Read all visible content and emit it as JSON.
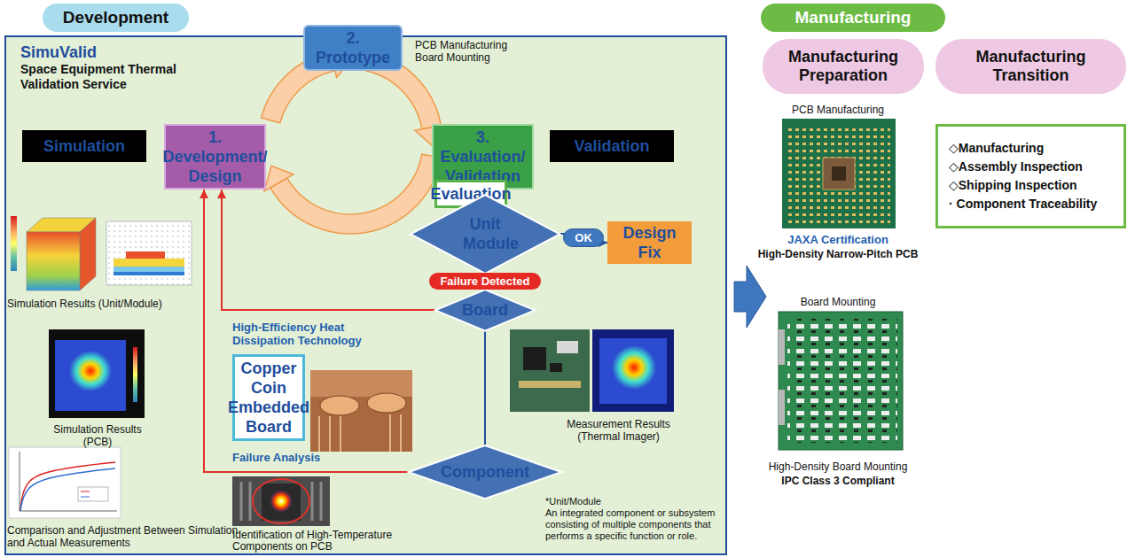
{
  "diagram": {
    "nodes": [
      {
        "text": [
          "Development"
        ]
      },
      {
        "text": [
          "SimuValid",
          "Space Equipment Thermal Validation Service"
        ]
      },
      {
        "text": [
          "2. Prototype"
        ],
        "in": 1
      },
      {
        "text": [
          "1. Development/ Design"
        ],
        "in": 1
      },
      {
        "text": [
          "Simulation"
        ],
        "in": 1
      },
      {
        "text": [
          "3. Evaluation/ Validation"
        ],
        "in": 1
      },
      {
        "text": [
          "Validation"
        ],
        "in": 1
      },
      {
        "text": [
          "Evaluation"
        ],
        "in": 1
      },
      {
        "text": [
          "Unit Module"
        ],
        "in": 1
      },
      {
        "text": [
          "Design Fix"
        ],
        "in": 1
      },
      {
        "text": [
          "Board"
        ],
        "in": 1
      },
      {
        "text": [
          "Copper Coin Embedded Board"
        ],
        "in": 1
      },
      {
        "text": [
          "Component"
        ],
        "in": 1
      },
      {
        "text": [
          "Manufacturing"
        ]
      },
      {
        "text": [
          "Manufacturing Preparation"
        ]
      },
      {
        "text": [
          "Manufacturing Transition"
        ]
      },
      {
        "text": [
          "◇Manufacturing",
          "◇Assembly Inspection",
          "◇Shipping Inspection",
          "· Component Traceability"
        ]
      }
    ],
    "edges": [
      {
        "from": 8,
        "to": 9,
        "label": "OK",
        "arrow": "to"
      },
      {
        "from": 8,
        "to": 10,
        "label": "Failure Detected",
        "arrow": "none"
      },
      {
        "from": 10,
        "to": 3,
        "arrow": "to"
      },
      {
        "from": 12,
        "to": 3,
        "arrow": "to"
      },
      {
        "from": 10,
        "to": 12,
        "arrow": "none"
      }
    ],
    "labels": [
      "PCB Manufacturing Board Mounting",
      "Simulation Results (Unit/Module)",
      "High-Efficiency Heat Dissipation Technology",
      "Simulation Results (PCB)",
      "Comparison and Adjustment Between Simulation and Actual Measurements",
      "Failure Analysis",
      "Identification of High-Temperature Components on PCB",
      "Measurement Results (Thermal Imager)",
      "*Unit/Module",
      "An integrated component or subsystem consisting of multiple components that performs a specific function or role.",
      "PCB Manufacturing",
      "JAXA Certification",
      "High-Density Narrow-Pitch PCB",
      "Board Mounting",
      "High-Density Board Mounting",
      "IPC Class 3 Compliant"
    ]
  }
}
